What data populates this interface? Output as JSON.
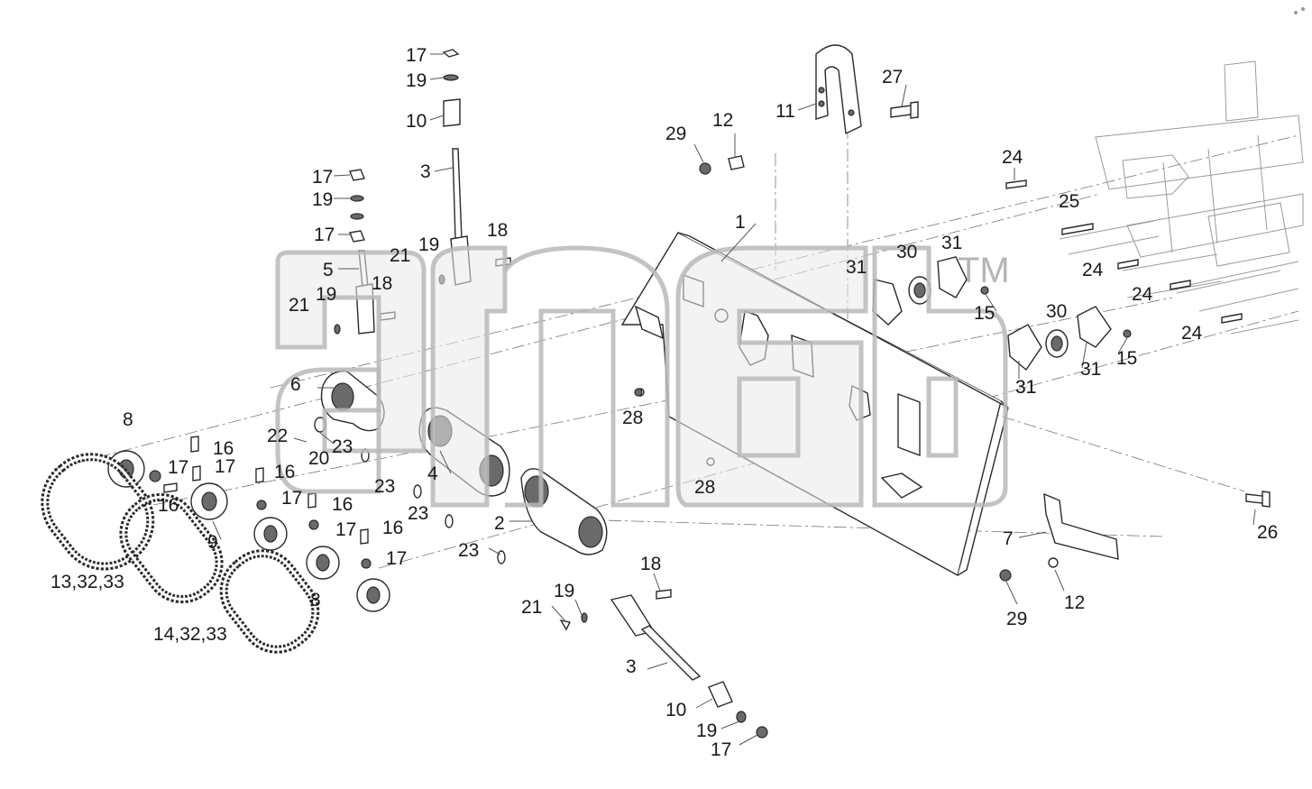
{
  "diagram": {
    "labels": [
      "17",
      "19",
      "10",
      "3",
      "17",
      "19",
      "17",
      "5",
      "21",
      "19",
      "18",
      "21",
      "19",
      "18",
      "6",
      "22",
      "20",
      "23",
      "8",
      "16",
      "17",
      "17",
      "16",
      "16",
      "17",
      "16",
      "17",
      "16",
      "17",
      "9",
      "8",
      "13,32,33",
      "14,32,33",
      "23",
      "4",
      "23",
      "23",
      "2",
      "18",
      "19",
      "21",
      "3",
      "10",
      "19",
      "17",
      "29",
      "12",
      "11",
      "27",
      "1",
      "28",
      "28",
      "24",
      "25",
      "24",
      "24",
      "24",
      "30",
      "31",
      "31",
      "15",
      "30",
      "31",
      "31",
      "15",
      "31",
      "7",
      "29",
      "12",
      "26"
    ],
    "watermark": {
      "trademark": "TM"
    }
  }
}
